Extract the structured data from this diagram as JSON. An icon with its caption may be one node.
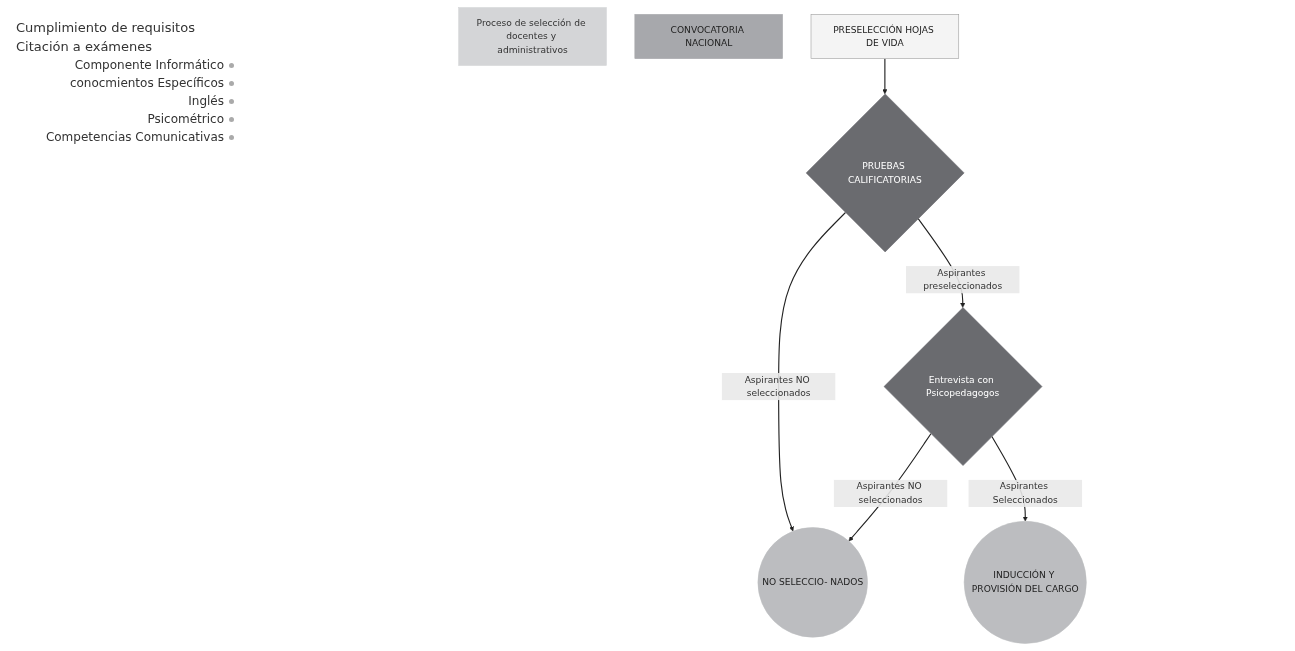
{
  "diagram": {
    "nodes": [
      {
        "text": [
          "Proceso de selección de docentes y administrativos"
        ]
      },
      {
        "text": [
          "CONVOCATORIA NACIONAL"
        ]
      },
      {
        "text": [
          "PRESELECCIÓN HOJAS DE VIDA"
        ]
      },
      {
        "text": [
          "PRUEBAS CALIFICATORIAS"
        ],
        "beside": [
          "Componente Informático",
          "conocmientos Específicos",
          "Inglés",
          "Psicométrico",
          "Competencias Comunicativas"
        ]
      },
      {
        "text": [
          "Entrevista con Psicopedagogos"
        ]
      },
      {
        "text": [
          "NO SELECCIO- NADOS"
        ]
      },
      {
        "text": [
          "INDUCCIÓN Y PROVISIÓN DEL CARGO"
        ]
      }
    ],
    "edges": [
      {
        "from": 2,
        "to": 3,
        "arrow": "to"
      },
      {
        "from": 3,
        "to": 4,
        "arrow": "to",
        "label": "Aspirantes preseleccionados"
      },
      {
        "from": 3,
        "to": 5,
        "arrow": "to",
        "label": "Aspirantes NO seleccionados"
      },
      {
        "from": 4,
        "to": 5,
        "arrow": "to",
        "label": "Aspirantes NO seleccionados"
      },
      {
        "from": 4,
        "to": 6,
        "arrow": "to",
        "label": "Aspirantes Seleccionados"
      }
    ],
    "labels": [
      "Cumplimiento de requisitos",
      "Citación a exámenes"
    ]
  }
}
